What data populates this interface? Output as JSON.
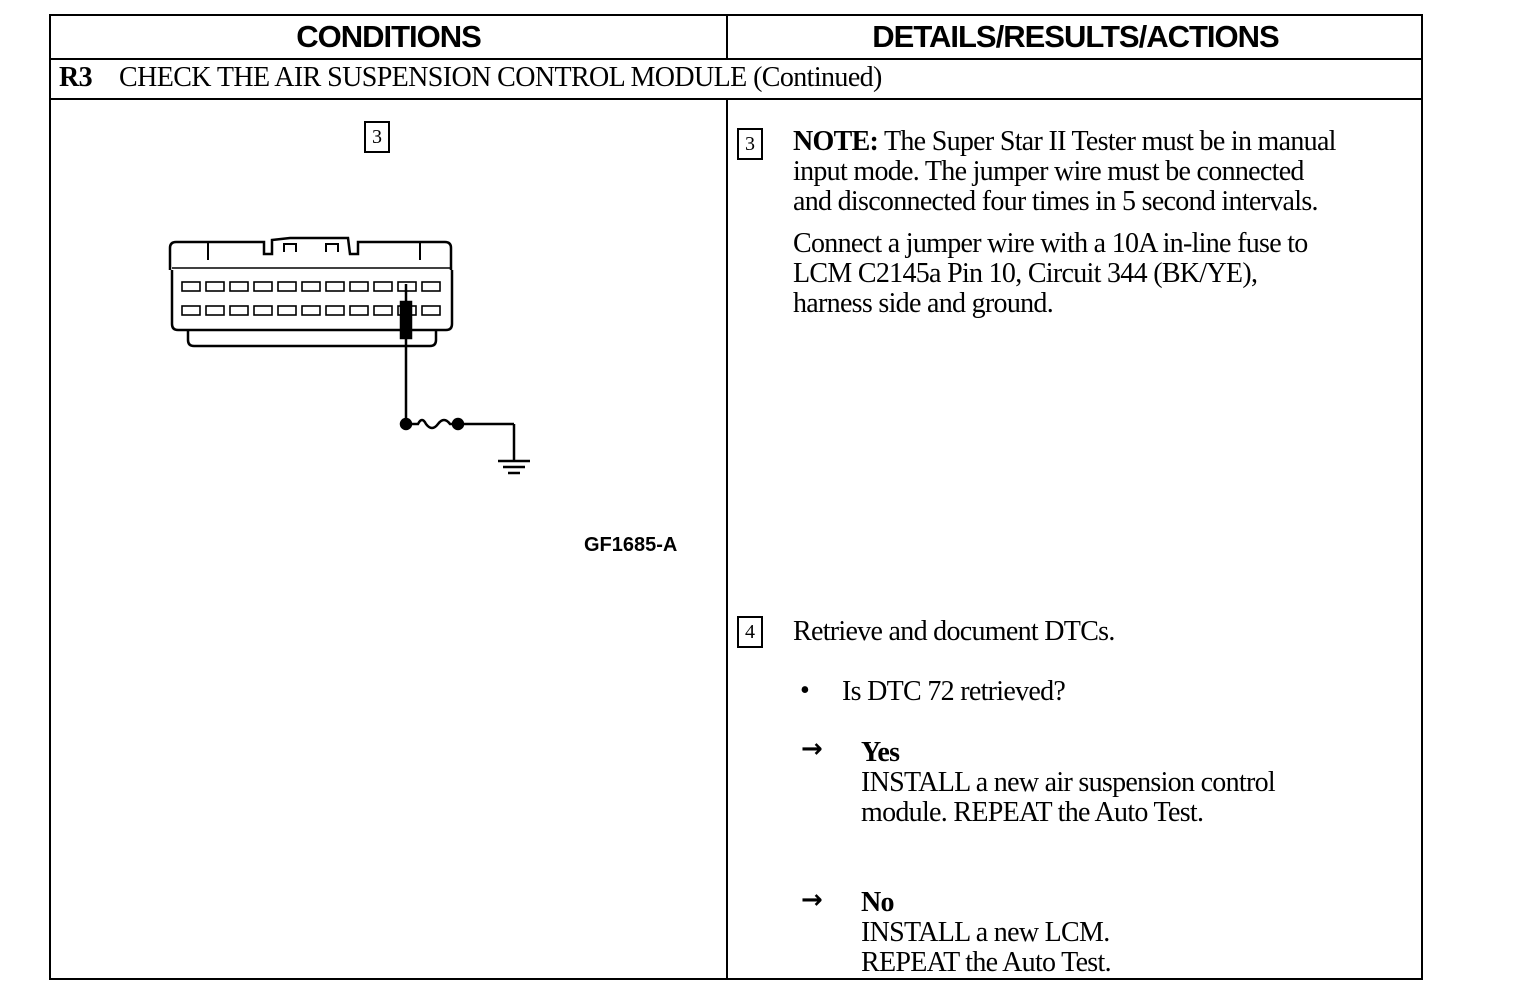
{
  "table": {
    "col_conditions": "CONDITIONS",
    "col_details": "DETAILS/RESULTS/ACTIONS"
  },
  "section": {
    "id": "R3",
    "title": "CHECK THE AIR SUSPENSION CONTROL MODULE (Continued)"
  },
  "left": {
    "step_number": "3",
    "figure_id": "GF1685-A"
  },
  "step3": {
    "number": "3",
    "note_label": "NOTE:",
    "note_lines": [
      " The Super Star II Tester must be in manual",
      "input mode. The jumper wire must be connected",
      "and disconnected four times in 5 second intervals."
    ],
    "action_lines": [
      "Connect a jumper wire with a 10A in-line fuse to",
      "LCM C2145a Pin 10, Circuit 344 (BK/YE),",
      "harness side and ground."
    ]
  },
  "step4": {
    "number": "4",
    "text": "Retrieve and document DTCs.",
    "bullet_symbol": "•",
    "question": "Is DTC 72 retrieved?",
    "arrow_symbol": "→",
    "yes_label": "Yes",
    "yes_lines": [
      "INSTALL a new air suspension control",
      "module. REPEAT the Auto Test."
    ],
    "no_label": "No",
    "no_lines": [
      "INSTALL a new LCM.",
      "REPEAT the Auto Test."
    ]
  }
}
